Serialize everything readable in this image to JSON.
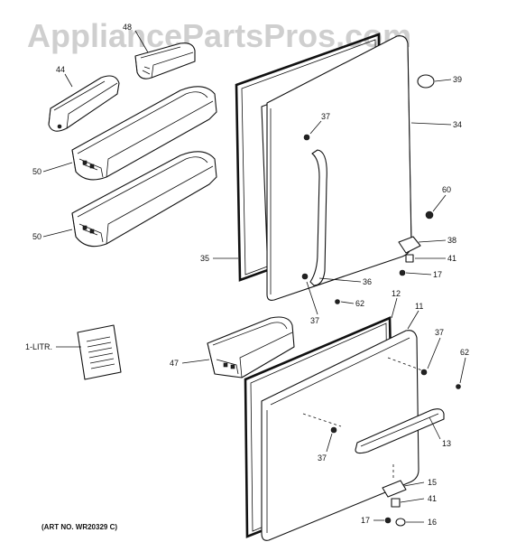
{
  "watermark": "AppliancePartsPros.com",
  "art_number": "(ART NO. WR20329 C)",
  "callouts": [
    {
      "id": "c48",
      "label": "48"
    },
    {
      "id": "c44",
      "label": "44"
    },
    {
      "id": "c50a",
      "label": "50"
    },
    {
      "id": "c50b",
      "label": "50"
    },
    {
      "id": "c1litr",
      "label": "1-LITR."
    },
    {
      "id": "c47",
      "label": "47"
    },
    {
      "id": "c35",
      "label": "35"
    },
    {
      "id": "c37a",
      "label": "37"
    },
    {
      "id": "c36",
      "label": "36"
    },
    {
      "id": "c37b",
      "label": "37"
    },
    {
      "id": "c62a",
      "label": "62"
    },
    {
      "id": "c39",
      "label": "39"
    },
    {
      "id": "c34",
      "label": "34"
    },
    {
      "id": "c60",
      "label": "60"
    },
    {
      "id": "c38",
      "label": "38"
    },
    {
      "id": "c41a",
      "label": "41"
    },
    {
      "id": "c17a",
      "label": "17"
    },
    {
      "id": "c12",
      "label": "12"
    },
    {
      "id": "c11",
      "label": "11"
    },
    {
      "id": "c37c",
      "label": "37"
    },
    {
      "id": "c62b",
      "label": "62"
    },
    {
      "id": "c37d",
      "label": "37"
    },
    {
      "id": "c13",
      "label": "13"
    },
    {
      "id": "c15",
      "label": "15"
    },
    {
      "id": "c41b",
      "label": "41"
    },
    {
      "id": "c17b",
      "label": "17"
    },
    {
      "id": "c16",
      "label": "16"
    }
  ]
}
